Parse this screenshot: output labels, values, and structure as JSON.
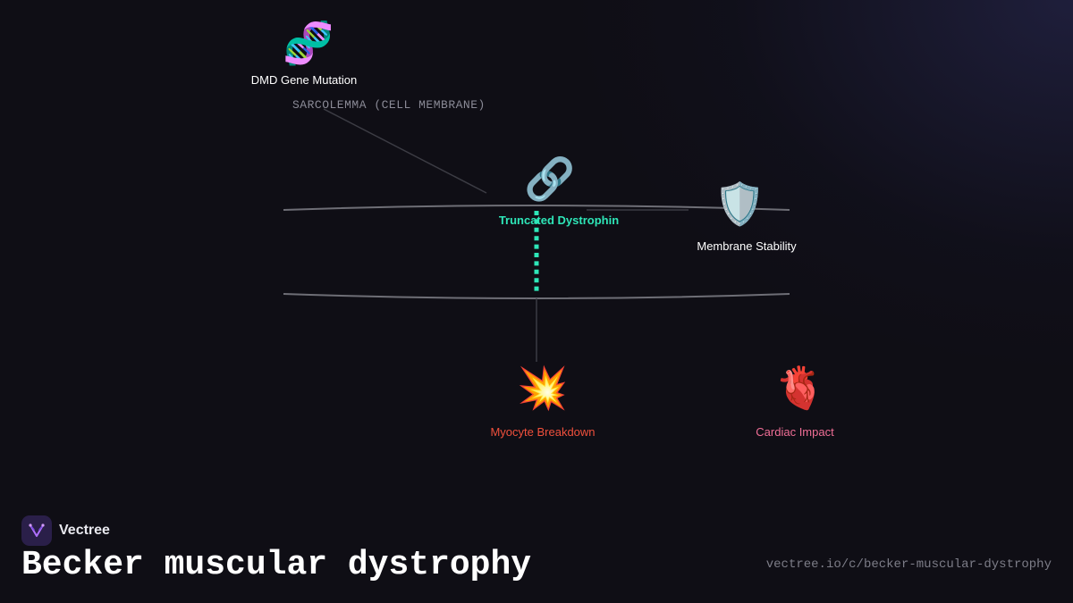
{
  "diagram": {
    "membrane_label": "SARCOLEMMA (CELL MEMBRANE)",
    "nodes": {
      "gene": {
        "icon": "🧬",
        "icon_name": "dna-icon",
        "label": "DMD Gene Mutation",
        "color": "#ffffff"
      },
      "dystrophin": {
        "icon": "🔗",
        "icon_name": "chain-link-icon",
        "label": "Truncated Dystrophin",
        "color": "#2ee6b8"
      },
      "stability": {
        "icon": "🛡️",
        "icon_name": "shield-icon",
        "label": "Membrane Stability",
        "color": "#ffffff"
      },
      "breakdown": {
        "icon": "💥",
        "icon_name": "explosion-icon",
        "label": "Myocyte Breakdown",
        "color": "#f0503c"
      },
      "cardiac": {
        "icon": "🫀",
        "icon_name": "anatomical-heart-icon",
        "label": "Cardiac Impact",
        "color": "#f06e96"
      }
    },
    "colors": {
      "accent": "#2ee6b8",
      "connector": "#3c3c44",
      "membrane": "#6e6e76"
    }
  },
  "footer": {
    "brand_name": "Vectree",
    "title": "Becker muscular dystrophy",
    "url": "vectree.io/c/becker-muscular-dystrophy"
  }
}
